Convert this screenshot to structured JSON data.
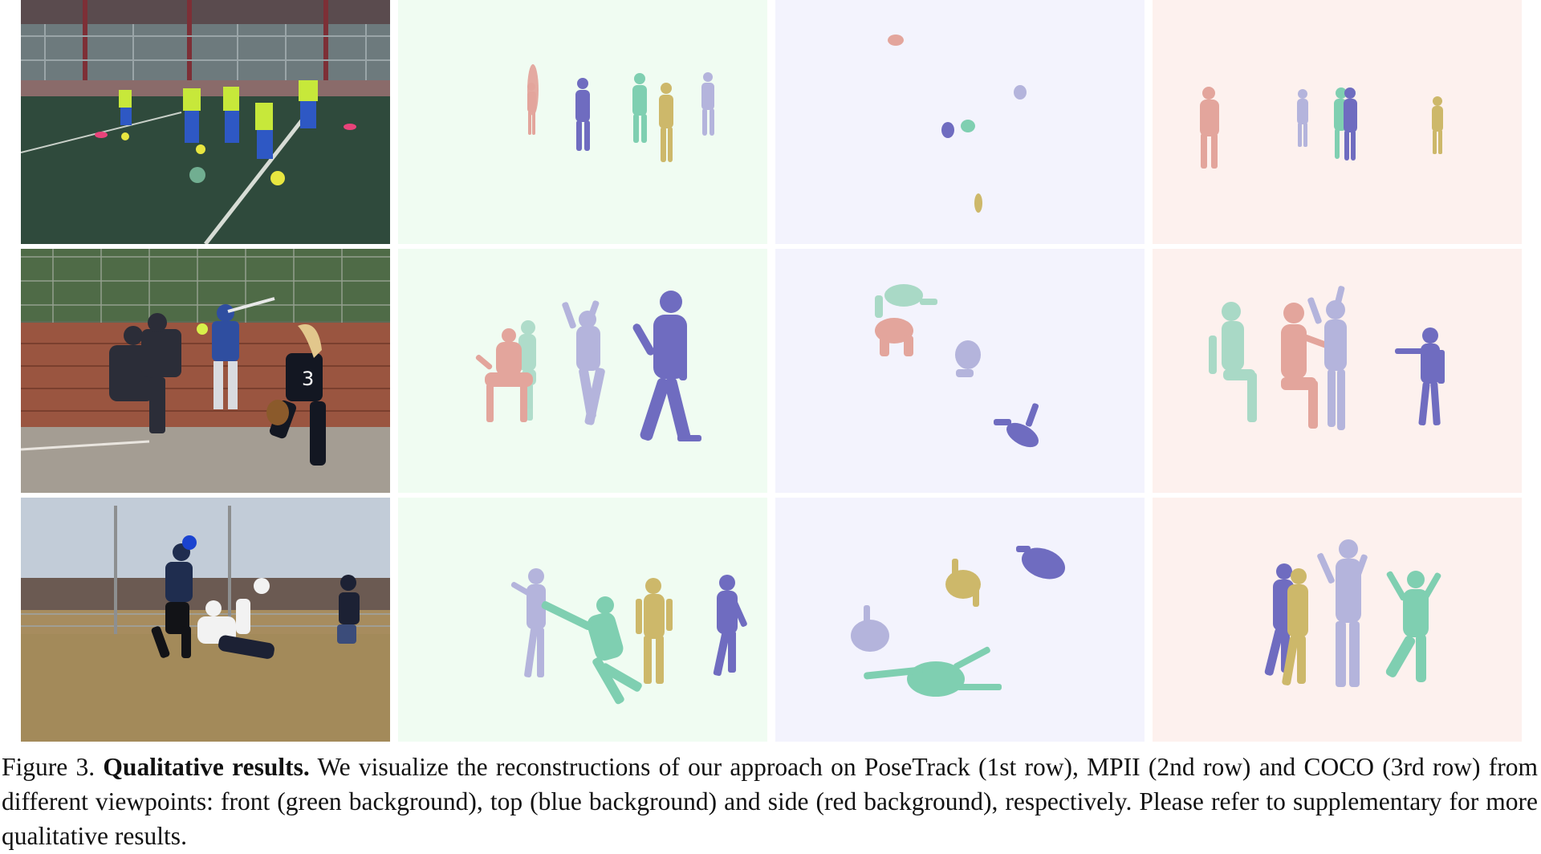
{
  "figure": {
    "label": "Figure 3.",
    "title": "Qualitative results.",
    "body": "We visualize the reconstructions of our approach on PoseTrack (1st row), MPII (2nd row) and COCO (3rd row) from different viewpoints: front (green background), top (blue background) and side (red background), respectively. Please refer to supplementary for more qualitative results."
  },
  "colors": {
    "front_bg": "#f0fcf2",
    "top_bg": "#f3f3fd",
    "side_bg": "#fdf1ee",
    "mesh_pink": "#e3a59c",
    "mesh_indigo": "#6f6cc0",
    "mesh_teal": "#7fcfb1",
    "mesh_olive": "#cdb86a",
    "mesh_lavender": "#b4b4dc",
    "mesh_mint": "#a9d9c6"
  },
  "rows": [
    {
      "name": "posetrack",
      "photo": "indoor-soccer-photo"
    },
    {
      "name": "mpii",
      "photo": "softball-photo"
    },
    {
      "name": "coco",
      "photo": "frisbee-photo"
    }
  ]
}
